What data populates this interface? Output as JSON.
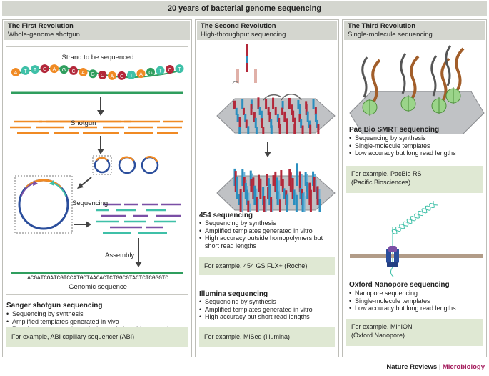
{
  "title": "20 years of bacterial genome sequencing",
  "columns": [
    {
      "title": "The First Revolution",
      "subtitle": "Whole-genome shotgun",
      "labels": {
        "strand": "Strand to be sequenced",
        "shotgun": "Shotgun",
        "sequencing": "Sequencing",
        "assembly": "Assembly",
        "genomic_seq": "ACGATCGATCGTCCATGCTAACACTCTGGCGTACTCTCGGGTC",
        "genomic_label": "Genomic sequence"
      },
      "strand_letters": [
        "A",
        "T",
        "T",
        "C",
        "A",
        "G",
        "C",
        "A",
        "G",
        "C",
        "A",
        "C",
        "T",
        "A",
        "G",
        "T",
        "C",
        "T"
      ],
      "methods": [
        {
          "heading": "Sanger shotgun sequencing",
          "bullets": [
            "Sequencing by synthesis",
            "Amplified templates generated in vivo",
            "Requires onerous colony picking and plasmid preparation"
          ],
          "example": "For example, ABI capillary sequencer (ABI)"
        }
      ]
    },
    {
      "title": "The Second Revolution",
      "subtitle": "High-throughput sequencing",
      "methods": [
        {
          "heading": "454 sequencing",
          "bullets": [
            "Sequencing by synthesis",
            "Amplified templates generated in vitro",
            "High accuracy outside homopolymers but short read lengths"
          ],
          "example": "For example, 454 GS FLX+ (Roche)"
        },
        {
          "heading": "Illumina sequencing",
          "bullets": [
            "Sequencing by synthesis",
            "Amplified templates generated in vitro",
            "High accuracy but short read lengths"
          ],
          "example": "For example, MiSeq (Illumina)"
        }
      ]
    },
    {
      "title": "The Third Revolution",
      "subtitle": "Single-molecule sequencing",
      "methods": [
        {
          "heading": "Pac Bio SMRT sequencing",
          "bullets": [
            "Sequencing by synthesis",
            "Single-molecule templates",
            "Low accuracy but long read lengths"
          ],
          "example_line1": "For example, PacBio RS",
          "example_line2": "(Pacific Biosciences)"
        },
        {
          "heading": "Oxford Nanopore sequencing",
          "bullets": [
            "Nanopore sequencing",
            "Single-molecule templates",
            "Low accuracy but long read lengths"
          ],
          "example_line1": "For example, MinION",
          "example_line2": "(Oxford Nanopore)"
        }
      ]
    }
  ],
  "footer": {
    "journal": "Nature Reviews",
    "separator": "|",
    "section": "Microbiology"
  },
  "colors": {
    "header_bg": "#d4d6cf",
    "example_bg": "#dfe8d3",
    "accent": "#a3195b",
    "orange": "#f08a24",
    "blue": "#2b4e9c",
    "teal": "#3fc0a8",
    "purple": "#7a4fa5",
    "green": "#2f9e5e",
    "red": "#b3283a"
  }
}
